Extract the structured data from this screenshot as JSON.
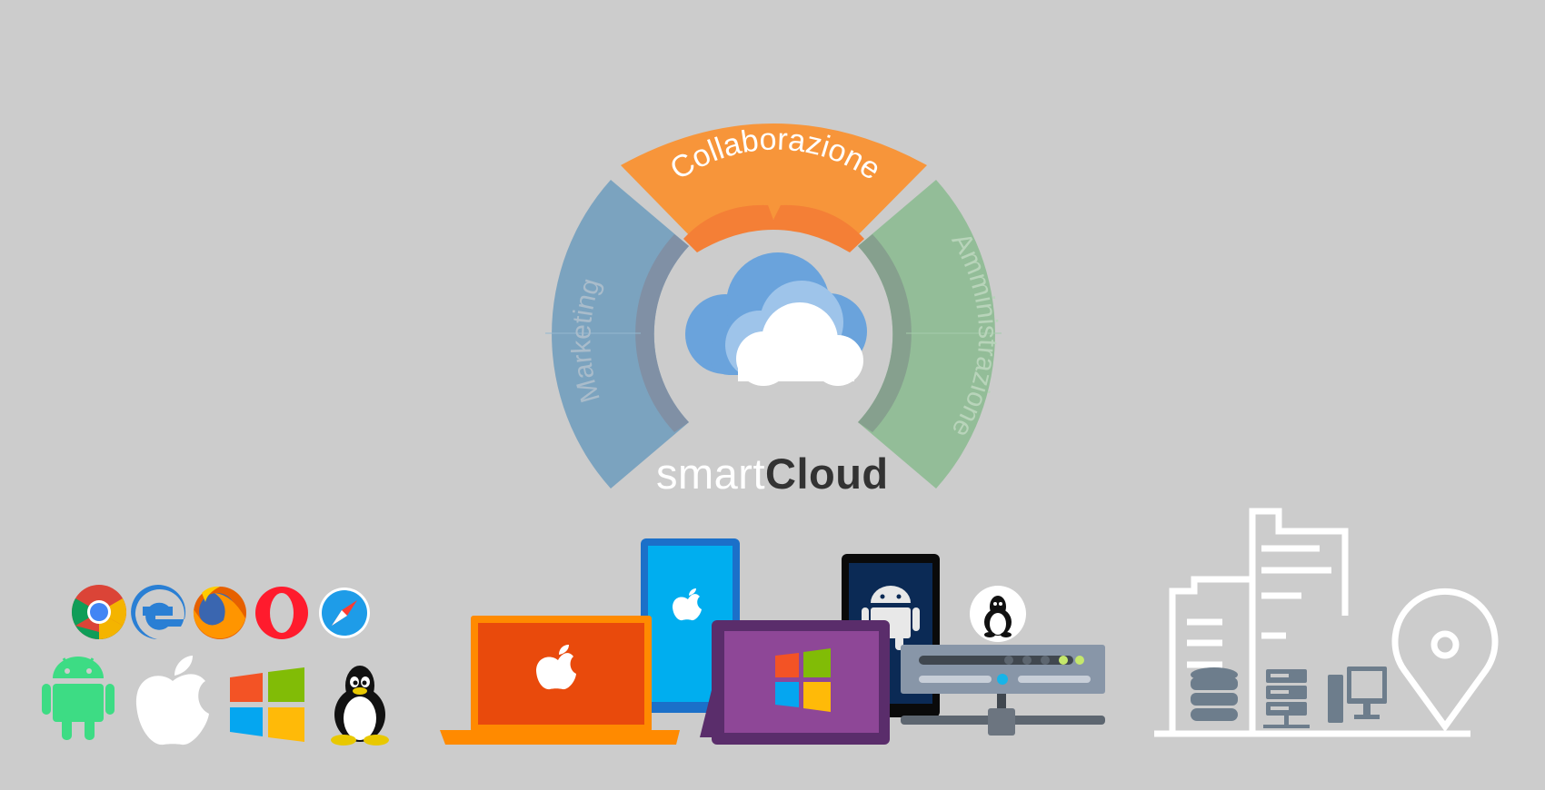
{
  "wheel": {
    "segments": [
      {
        "id": "collaborazione",
        "label": "Collaborazione",
        "color": "#f7953a",
        "inner_color": "#f47f36"
      },
      {
        "id": "marketing",
        "label": "Marketing",
        "color": "#7ba3bf",
        "inner_color": "#8090a5"
      },
      {
        "id": "amministrazione",
        "label": "Amministrazione",
        "color": "#93bd98",
        "inner_color": "#86a08e"
      }
    ],
    "center_icon": "cloud-icon"
  },
  "brand": {
    "light": "smart",
    "dark": "Cloud"
  },
  "browsers": [
    "chrome-icon",
    "edge-icon",
    "firefox-icon",
    "opera-icon",
    "safari-icon"
  ],
  "platforms": [
    "android-icon",
    "apple-icon",
    "windows-icon",
    "linux-icon"
  ],
  "devices": [
    "macbook-laptop-icon",
    "ipad-tablet-icon",
    "android-tablet-icon",
    "windows-tablet-icon",
    "linux-server-icon"
  ],
  "infrastructure": [
    "office-building-icon",
    "database-icon",
    "server-rack-icon",
    "desktop-computer-icon",
    "location-pin-icon"
  ],
  "colors": {
    "background": "#cccccc",
    "orange": "#f7953a",
    "blue": "#7ba3bf",
    "green": "#93bd98",
    "laptop": "#e94a0c",
    "tablet_blue": "#00aeef",
    "windows_tablet": "#8e4797",
    "infra_line": "#ffffff",
    "infra_icon": "#6d7d8c"
  }
}
